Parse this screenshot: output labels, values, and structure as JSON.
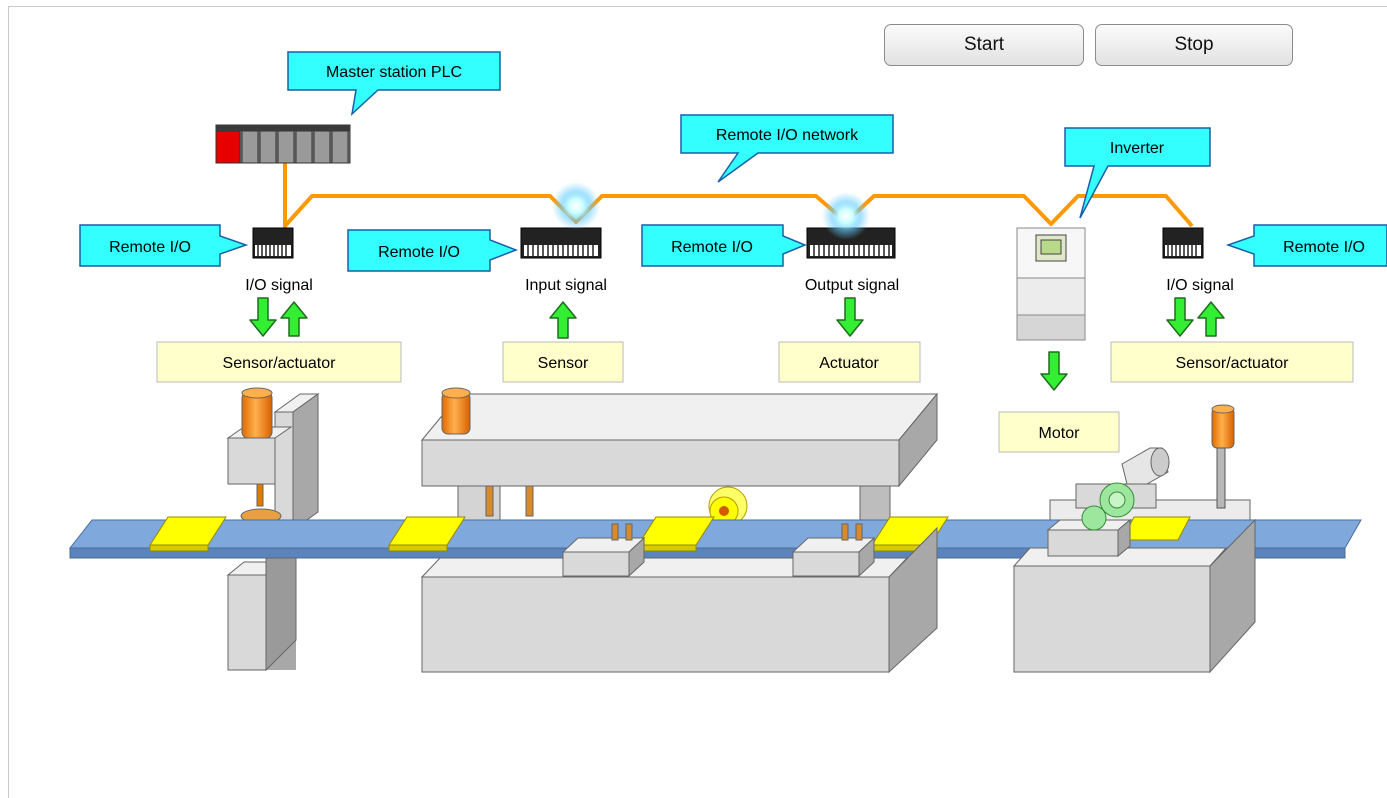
{
  "controls": {
    "start_label": "Start",
    "stop_label": "Stop"
  },
  "callouts": {
    "master": "Master station PLC",
    "network": "Remote I/O network",
    "inverter": "Inverter",
    "remote_io_1": "Remote I/O",
    "remote_io_2": "Remote I/O",
    "remote_io_3": "Remote I/O",
    "remote_io_4": "Remote I/O"
  },
  "signals": {
    "io_1": "I/O signal",
    "input": "Input signal",
    "output": "Output signal",
    "io_2": "I/O signal"
  },
  "devices": {
    "sensor_actuator_1": "Sensor/actuator",
    "sensor": "Sensor",
    "actuator": "Actuator",
    "motor": "Motor",
    "sensor_actuator_2": "Sensor/actuator"
  },
  "colors": {
    "callout": "#33ffff",
    "network_cable": "#ff9900",
    "device_label": "#ffffcc",
    "arrow": "#33ee33",
    "conveyor": "#7fa9dc",
    "workpiece": "#ffff00",
    "machine": "#d9d9d9"
  }
}
